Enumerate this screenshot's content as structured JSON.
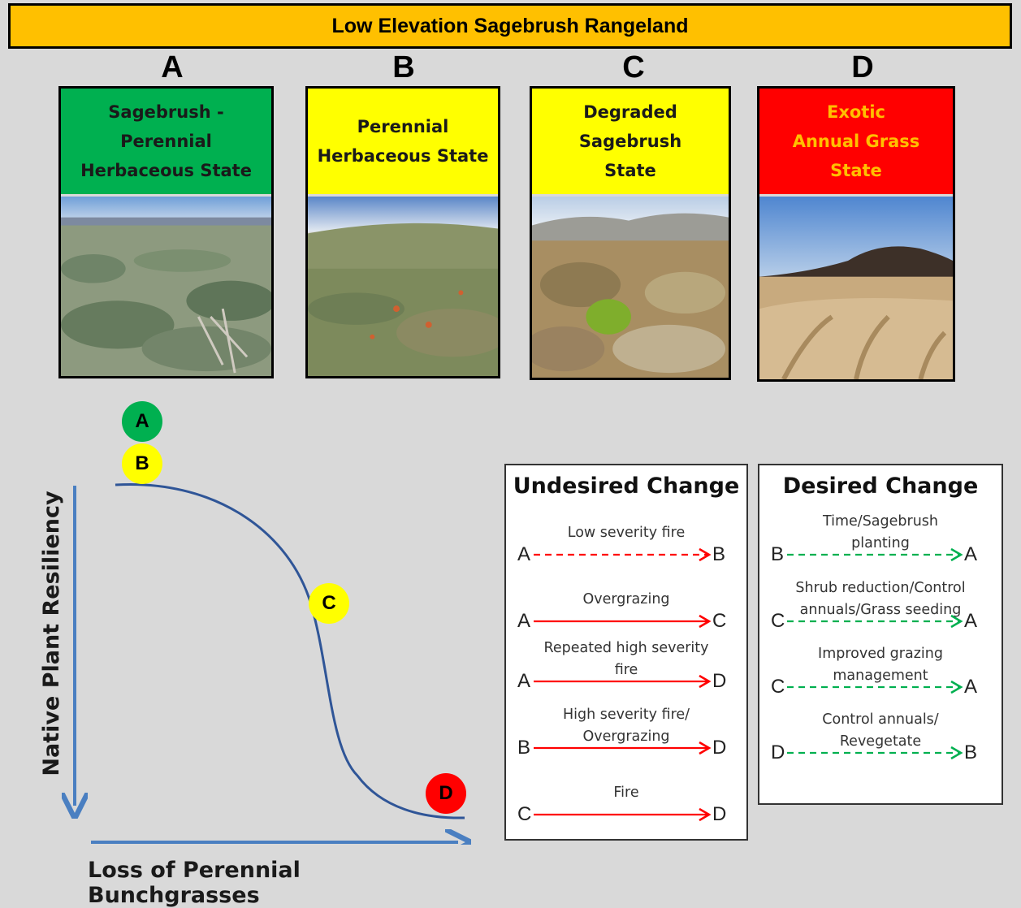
{
  "title": "Low Elevation Sagebrush Rangeland",
  "states": [
    {
      "letter": "A",
      "name": "Sagebrush -\nPerennial\nHerbaceous State",
      "color": "#00b050",
      "text_color": "#1a1a1a"
    },
    {
      "letter": "B",
      "name": "Perennial\nHerbaceous State",
      "color": "#ffff00",
      "text_color": "#1a1a1a"
    },
    {
      "letter": "C",
      "name": "Degraded\nSagebrush\nState",
      "color": "#ffff00",
      "text_color": "#1a1a1a"
    },
    {
      "letter": "D",
      "name": "Exotic\nAnnual Grass\nState",
      "color": "#ff0000",
      "text_color": "#ffc000"
    }
  ],
  "curve": {
    "ylabel": "Native Plant Resiliency",
    "xlabel": "Loss of Perennial Bunchgrasses",
    "nodes": [
      {
        "label": "A",
        "color": "#00b050"
      },
      {
        "label": "B",
        "color": "#ffff00"
      },
      {
        "label": "C",
        "color": "#ffff00"
      },
      {
        "label": "D",
        "color": "#ff0000"
      }
    ],
    "curve_color": "#2f5597",
    "axis_color": "#4a7fc1"
  },
  "undesired": {
    "title": "Undesired Change",
    "arrow_color": "#ff0000",
    "transitions": [
      {
        "from": "A",
        "to": "B",
        "label": "Low severity fire",
        "style": "dashed"
      },
      {
        "from": "A",
        "to": "C",
        "label": "Overgrazing",
        "style": "solid"
      },
      {
        "from": "A",
        "to": "D",
        "label": "Repeated high severity\nfire",
        "style": "solid"
      },
      {
        "from": "B",
        "to": "D",
        "label": "High severity fire/\nOvergrazing",
        "style": "solid"
      },
      {
        "from": "C",
        "to": "D",
        "label": "Fire",
        "style": "solid"
      }
    ]
  },
  "desired": {
    "title": "Desired Change",
    "arrow_color": "#00b050",
    "transitions": [
      {
        "from": "B",
        "to": "A",
        "label": "Time/Sagebrush\nplanting",
        "style": "dashed"
      },
      {
        "from": "C",
        "to": "A",
        "label": "Shrub reduction/Control\nannuals/Grass seeding",
        "style": "dashed"
      },
      {
        "from": "C",
        "to": "A",
        "label": "Improved grazing\nmanagement",
        "style": "dashed"
      },
      {
        "from": "D",
        "to": "B",
        "label": "Control annuals/\nRevegetate",
        "style": "dashed"
      }
    ]
  }
}
